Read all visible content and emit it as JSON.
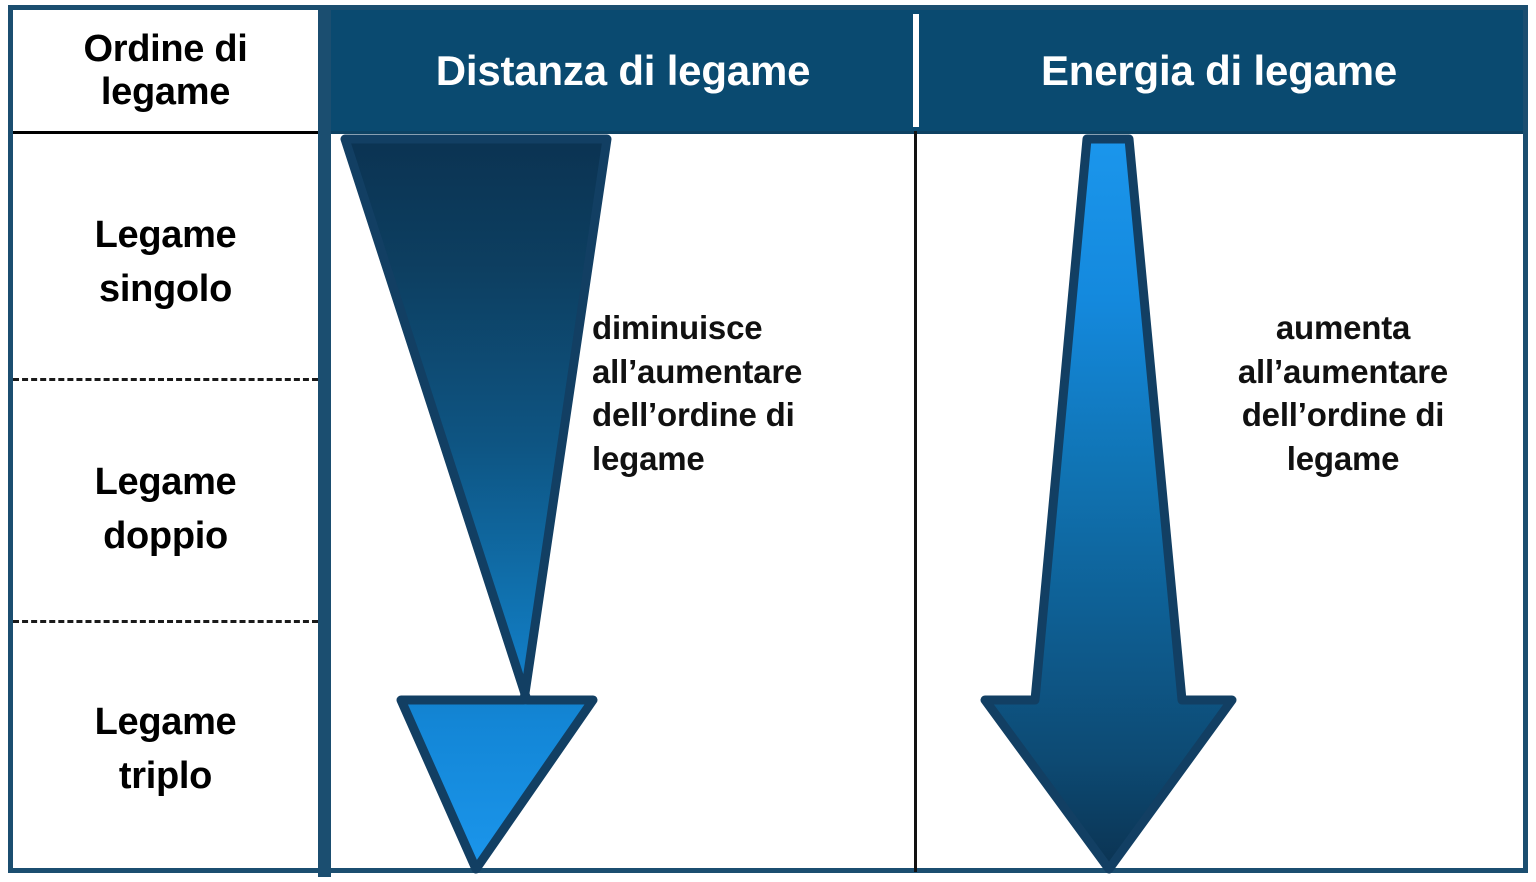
{
  "table": {
    "left_column": {
      "header": "Ordine di legame",
      "header_lines": [
        "Ordine di",
        "legame"
      ],
      "rows": [
        {
          "label": "Legame singolo",
          "lines": [
            "Legame",
            "singolo"
          ]
        },
        {
          "label": "Legame doppio",
          "lines": [
            "Legame",
            "doppio"
          ]
        },
        {
          "label": "Legame triplo",
          "lines": [
            "Legame",
            "triplo"
          ]
        }
      ]
    },
    "panels": [
      {
        "header": "Distanza di legame",
        "caption": "diminuisce all’aumentare dell’ordine di legame",
        "caption_lines": [
          "diminuisce",
          "all’aumentare",
          "dell’ordine di",
          "legame"
        ],
        "arrow": {
          "name": "tapering-down-arrow",
          "direction": "down",
          "shape": "wide-top-narrow-bottom",
          "gradient_top": "#0d3b5c",
          "gradient_bottom": "#1590e8",
          "outline": "#123f63"
        }
      },
      {
        "header": "Energia di legame",
        "caption": "aumenta all’aumentare dell’ordine di legame",
        "caption_lines": [
          "aumenta",
          "all’aumentare",
          "dell’ordine di",
          "legame"
        ],
        "arrow": {
          "name": "widening-down-arrow",
          "direction": "down",
          "shape": "narrow-top-wide-bottom",
          "gradient_top": "#1590e8",
          "gradient_bottom": "#0d3b5c",
          "outline": "#123f63"
        }
      }
    ]
  },
  "colors": {
    "frame": "#1b4e70",
    "header_band": "#0a4a70",
    "header_text": "#ffffff",
    "body_text": "#000000",
    "divider_dashed": "#1a1a1a",
    "background": "#ffffff"
  }
}
